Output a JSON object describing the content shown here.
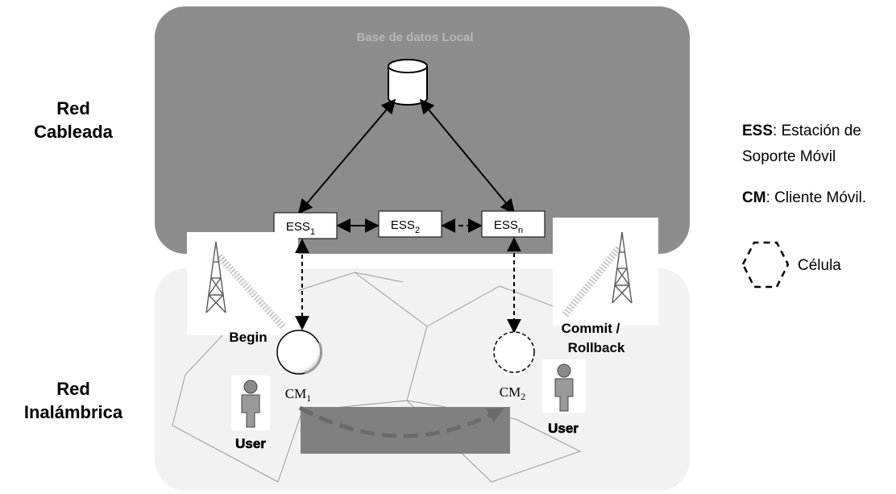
{
  "sections": {
    "wired_label_line1": "Red",
    "wired_label_line2": "Cableada",
    "wireless_label_line1": "Red",
    "wireless_label_line2": "Inalámbrica"
  },
  "database": {
    "title": "Base de datos Local"
  },
  "stations": [
    {
      "base": "ESS",
      "sub": "1"
    },
    {
      "base": "ESS",
      "sub": "2"
    },
    {
      "base": "ESS",
      "sub": "n"
    }
  ],
  "transaction": {
    "begin_label": "Begin",
    "commit_label_line1": "Commit /",
    "commit_label_line2": "Rollback"
  },
  "clients": [
    {
      "base": "CM",
      "sub": "1"
    },
    {
      "base": "CM",
      "sub": "2"
    }
  ],
  "users": [
    {
      "label": "User"
    },
    {
      "label": "User"
    }
  ],
  "legend": {
    "ess_key": "ESS",
    "ess_desc_line1": ": Estación de",
    "ess_desc_line2": "Soporte Móvil",
    "cm_key": "CM",
    "cm_desc": ": Cliente Móvil.",
    "cell_desc": "Célula"
  },
  "colors": {
    "wired_zone": "#8c8c8c",
    "wireless_zone": "#f2f2f2",
    "handoff_band": "#808080",
    "handoff_arrow": "#6a6a6a"
  }
}
